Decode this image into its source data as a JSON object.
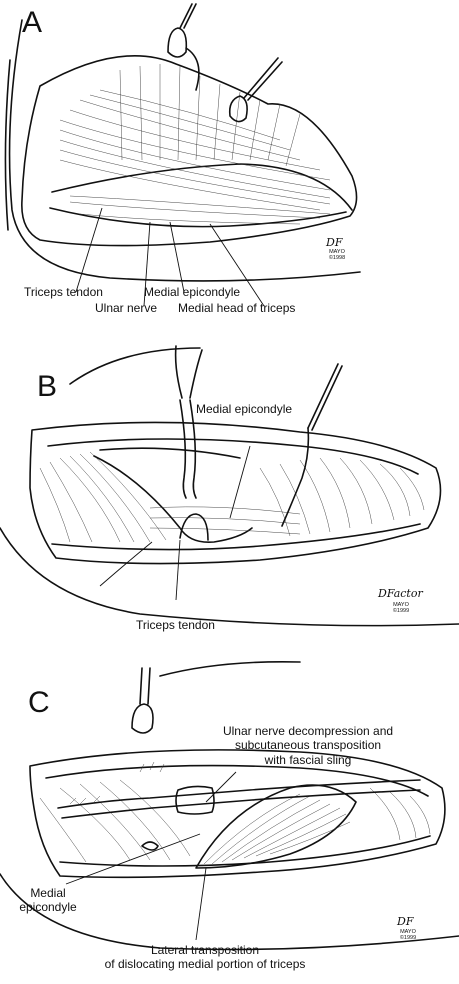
{
  "panels": [
    {
      "letter": "A",
      "labels": [
        "Triceps tendon",
        "Medial epicondyle",
        "Ulnar nerve",
        "Medial head of triceps"
      ],
      "signature": "DF",
      "mark": [
        "MAYO",
        "©1998"
      ]
    },
    {
      "letter": "B",
      "labels": [
        "Medial epicondyle",
        "Triceps tendon"
      ],
      "signature": "DFactor",
      "mark": [
        "MAYO",
        "©1999"
      ]
    },
    {
      "letter": "C",
      "labels": [
        "Ulnar nerve decompression and",
        "subcutaneous transposition",
        "with fascial sling",
        "Medial",
        "epicondyle",
        "Lateral transposition",
        "of dislocating medial portion of triceps"
      ],
      "signature": "DF",
      "mark": [
        "MAYO",
        "©1999"
      ]
    }
  ]
}
